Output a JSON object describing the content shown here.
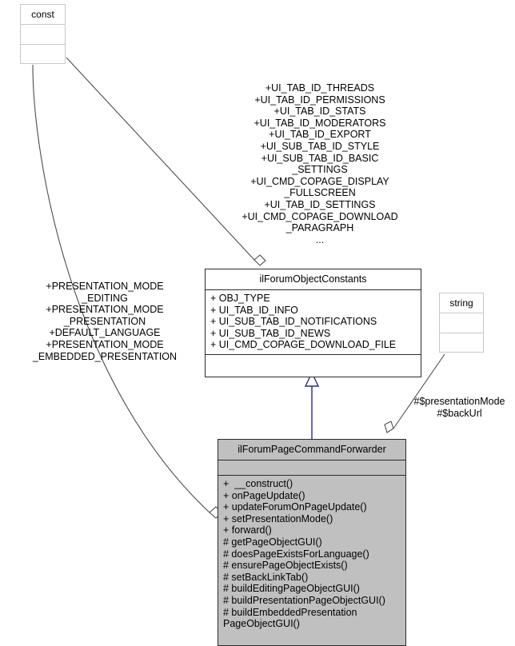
{
  "diagram": {
    "kind": "uml-class-diagram",
    "background": "#ffffff",
    "line_color": "#4d4d4d",
    "inheritance_color": "#2b2b8c",
    "filled_class_fill": "#c0c0c0",
    "type_box_border": "#c8c8c8",
    "class_box_border": "#2b2b2b"
  },
  "nodes": {
    "const_type": {
      "title": "const"
    },
    "string_type": {
      "title": "string"
    },
    "forum_object_constants": {
      "title": "ilForumObjectConstants",
      "attributes": [
        "+ OBJ_TYPE",
        "+ UI_TAB_ID_INFO",
        "+ UI_SUB_TAB_ID_NOTIFICATIONS",
        "+ UI_SUB_TAB_ID_NEWS",
        "+ UI_CMD_COPAGE_DOWNLOAD_FILE"
      ],
      "operations": []
    },
    "forum_page_command_forwarder": {
      "title": "ilForumPageCommandForwarder",
      "attributes": [],
      "operations": [
        "+  __construct()",
        "+ onPageUpdate()",
        "+ updateForumOnPageUpdate()",
        "+ setPresentationMode()",
        "+ forward()",
        "# getPageObjectGUI()",
        "# doesPageExistsForLanguage()",
        "# ensurePageObjectExists()",
        "# setBackLinkTab()",
        "# buildEditingPageObjectGUI()",
        "# buildPresentationPageObjectGUI()",
        "# buildEmbeddedPresentation",
        "PageObjectGUI()"
      ]
    }
  },
  "edge_labels": {
    "const_to_forum_object_constants": "+UI_TAB_ID_THREADS\n+UI_TAB_ID_PERMISSIONS\n+UI_TAB_ID_STATS\n+UI_TAB_ID_MODERATORS\n+UI_TAB_ID_EXPORT\n+UI_SUB_TAB_ID_STYLE\n+UI_SUB_TAB_ID_BASIC\n_SETTINGS\n+UI_CMD_COPAGE_DISPLAY\n_FULLSCREEN\n+UI_TAB_ID_SETTINGS\n+UI_CMD_COPAGE_DOWNLOAD\n_PARAGRAPH\n...",
    "const_to_forwarder": "+PRESENTATION_MODE\n_EDITING\n+PRESENTATION_MODE\n_PRESENTATION\n+DEFAULT_LANGUAGE\n+PRESENTATION_MODE\n_EMBEDDED_PRESENTATION",
    "string_to_forwarder": "#$presentationMode\n#$backUrl"
  }
}
